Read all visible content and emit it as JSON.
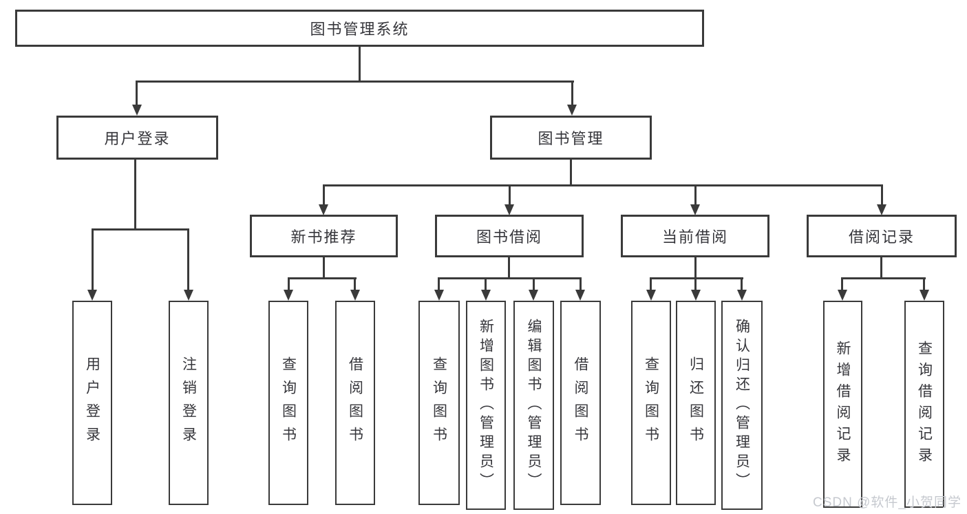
{
  "colors": {
    "line": "#3a3a3a",
    "text": "#36363b",
    "watermark": "#c6c9cf",
    "background": "#ffffff"
  },
  "watermark": {
    "text": "CSDN @软件_小贺同学"
  },
  "tree": {
    "root": "图书管理系统",
    "branches": [
      {
        "label": "用户登录",
        "children": [
          "用户登录",
          "注销登录"
        ]
      },
      {
        "label": "图书管理",
        "groups": [
          {
            "label": "新书推荐",
            "children": [
              "查询图书",
              "借阅图书"
            ]
          },
          {
            "label": "图书借阅",
            "children": [
              "查询图书",
              "新增图书（管理员）",
              "编辑图书（管理员）",
              "借阅图书"
            ]
          },
          {
            "label": "当前借阅",
            "children": [
              "查询图书",
              "归还图书",
              "确认归还（管理员）"
            ]
          },
          {
            "label": "借阅记录",
            "children": [
              "新增借阅记录",
              "查询借阅记录"
            ]
          }
        ]
      }
    ]
  }
}
